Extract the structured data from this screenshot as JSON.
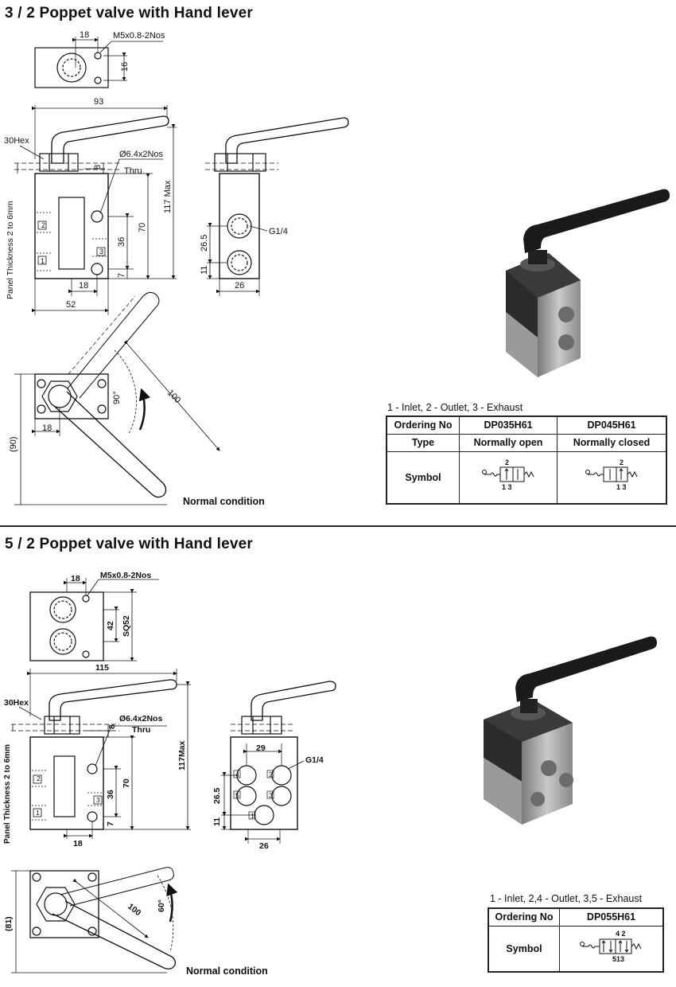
{
  "section1": {
    "title": "3 / 2 Poppet valve with Hand lever",
    "dims": {
      "top_w": "18",
      "top_h": "16",
      "thread": "M5x0.8-2Nos",
      "overall": "93",
      "hex": "30Hex",
      "hole": "Ø6.4x2Nos",
      "thru": "Thru",
      "flange": "8",
      "height": "117 Max",
      "body_h": "70",
      "port_h": "36",
      "low": "7",
      "bottom_18": "18",
      "width": "52",
      "panel": "Panel Thickness 2 to 6mm",
      "side_port": "G1/4",
      "side_26_5": "26.5",
      "side_11": "11",
      "side_26": "26",
      "lever_len": "100",
      "angle": "90°",
      "pivot_18": "18",
      "total": "(90)",
      "normal": "Normal condition",
      "port1": "1",
      "port2": "2",
      "port3": "3"
    },
    "legend": "1 - Inlet,    2 - Outlet,    3 - Exhaust",
    "table": {
      "row1_label": "Ordering No",
      "col1": "DP035H61",
      "col2": "DP045H61",
      "row2_label": "Type",
      "type1": "Normally open",
      "type2": "Normally closed",
      "row3_label": "Symbol",
      "sym_top": "2",
      "sym_bottom": "1 3"
    }
  },
  "section2": {
    "title": "5 / 2 Poppet valve with Hand lever",
    "dims": {
      "top_w": "18",
      "thread": "M5x0.8-2Nos",
      "top_42": "42",
      "sq": "SQ52",
      "overall": "115",
      "hex": "30Hex",
      "hole": "Ø6.4x2Nos",
      "thru": "Thru",
      "flange": "8",
      "height": "117Max",
      "body_h": "70",
      "port_h": "36",
      "low": "7",
      "bottom_18": "18",
      "panel": "Panel Thickness 2 to 6mm",
      "side_29": "29",
      "side_port": "G1/4",
      "side_26_5": "26.5",
      "side_11": "11",
      "side_26": "26",
      "lever_len": "100",
      "angle": "60°",
      "total": "(81)",
      "normal": "Normal condition",
      "p1": "1",
      "p2": "2",
      "p3": "3",
      "p4": "4",
      "p5": "5"
    },
    "legend": "1 - Inlet,    2,4 - Outlet,    3,5 - Exhaust",
    "table": {
      "row1_label": "Ordering No",
      "col1": "DP055H61",
      "row2_label": "Symbol",
      "sym_top": "4 2",
      "sym_bottom": "513"
    }
  }
}
